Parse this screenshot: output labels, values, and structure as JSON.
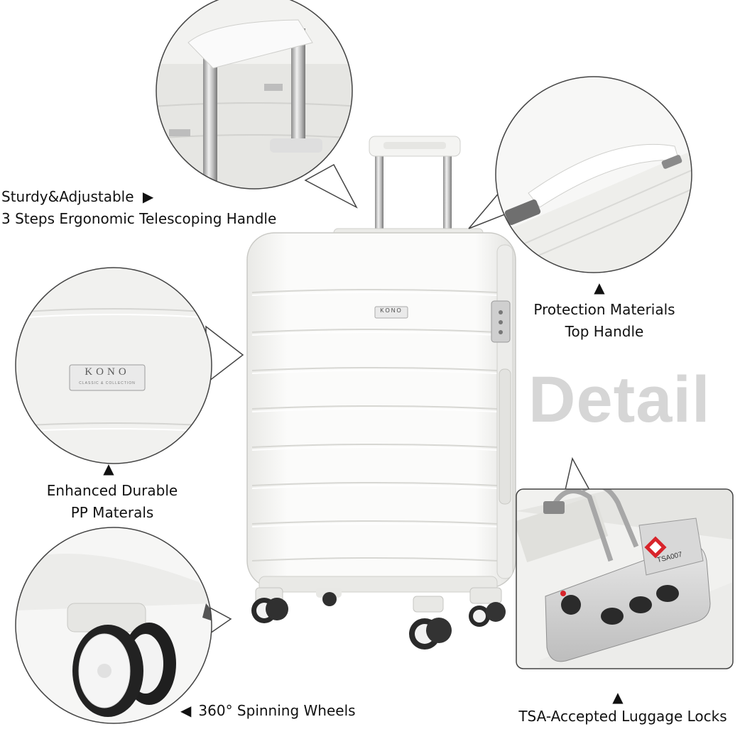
{
  "captions": {
    "handle_line1": "Sturdy&Adjustable",
    "handle_line2": "3 Steps Ergonomic Telescoping Handle",
    "top_handle_line1": "Protection Materials",
    "top_handle_line2": "Top Handle",
    "materials_line1": "Enhanced Durable",
    "materials_line2": "PP Materals",
    "wheels_label": "360° Spinning Wheels",
    "locks_label": "TSA-Accepted Luggage Locks"
  },
  "pointers": {
    "right": "▶",
    "up": "▲",
    "left": "◀"
  },
  "detail_word": "Detail",
  "brand": {
    "logo_text": "KONO",
    "logo_subtext": "CLASSIC & COLLECTION",
    "lock_text": "TSA007"
  },
  "colors": {
    "background": "#ffffff",
    "suitcase": "#f7f7f5",
    "detail_word": "#d6d6d6",
    "lock_red": "#d8242b"
  }
}
